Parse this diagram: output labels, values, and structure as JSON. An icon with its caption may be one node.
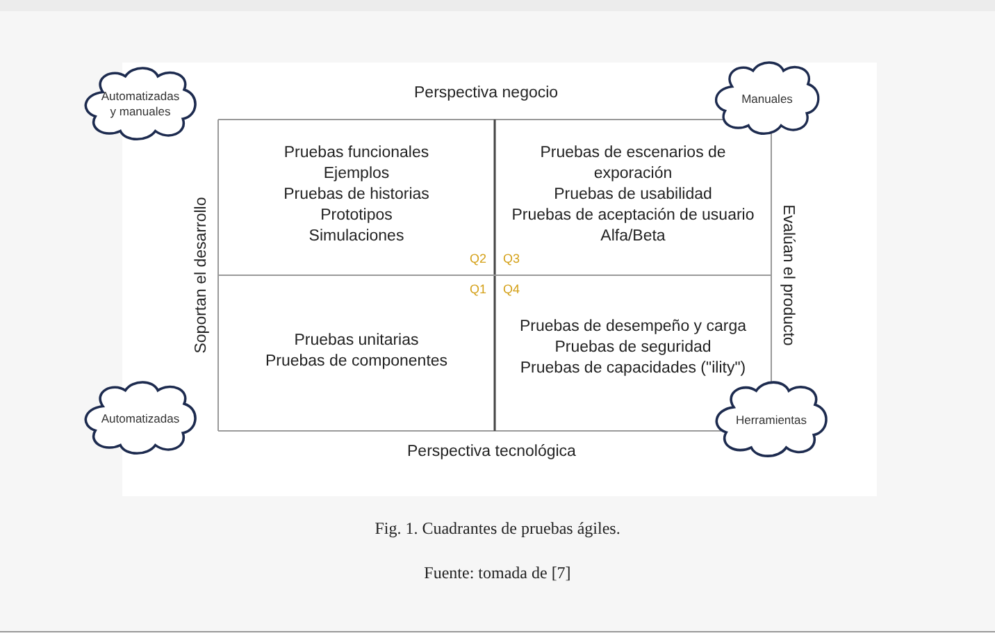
{
  "diagram": {
    "caption": "Fig. 1. Cuadrantes de pruebas ágiles.",
    "nodes": [
      {
        "text": [
          "Automatizadas y manuales"
        ]
      },
      {
        "text": [
          "Manuales"
        ]
      },
      {
        "text": [
          "Pruebas funcionales",
          "Ejemplos",
          "Pruebas de historias",
          "Prototipos",
          "Simulaciones"
        ]
      },
      {
        "text": [
          "Pruebas de escenarios de exporación",
          "Pruebas de usabilidad",
          "Pruebas de aceptación de usuario",
          "Alfa/Beta"
        ]
      },
      {
        "text": [
          "Pruebas unitarias",
          "Pruebas de componentes"
        ]
      },
      {
        "text": [
          "Pruebas de desempeño y carga",
          "Pruebas de seguridad",
          "Pruebas de capacidades (\"ility\")"
        ]
      },
      {
        "text": [
          "Automatizadas"
        ]
      },
      {
        "text": [
          "Herramientas"
        ]
      }
    ],
    "edges": [],
    "labels": [
      "Perspectiva negocio",
      "Soportan el desarrollo",
      "Evalúan el producto",
      "Q2",
      "Q3",
      "Q1",
      "Q4",
      "Perspectiva tecnológica",
      "Fuente: tomada de [7]"
    ]
  }
}
